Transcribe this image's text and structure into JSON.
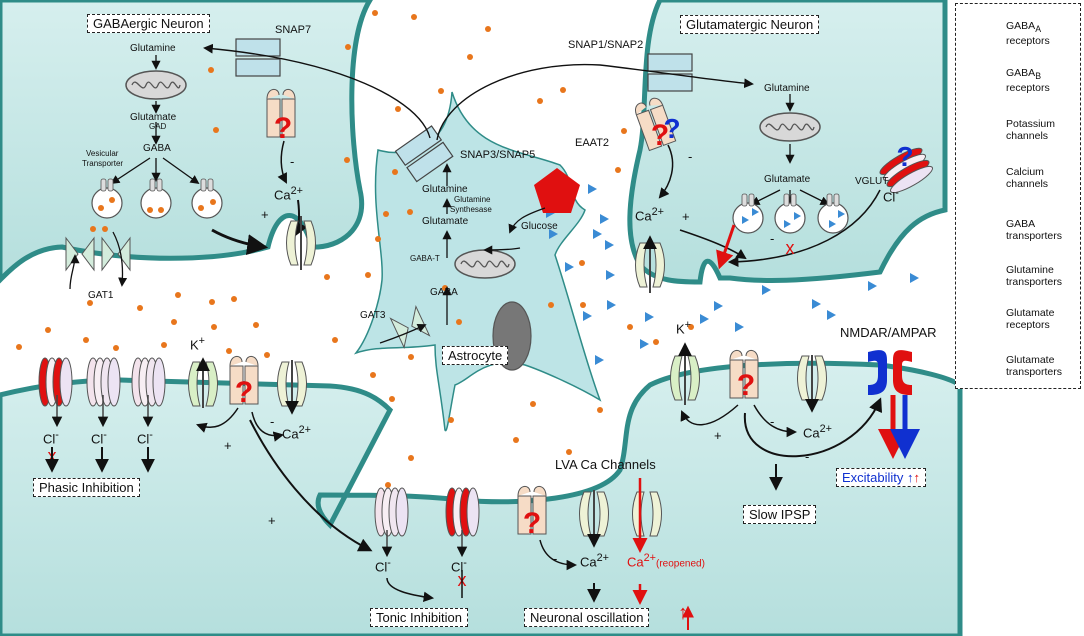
{
  "colors": {
    "membrane_fill": "#c5e6e6",
    "membrane_edge": "#2f8c88",
    "gaba_dot": "#e8761c",
    "glutamate_triangle": "#3a8bd4",
    "error_red": "#e01010",
    "excitability_blue": "#1030d0"
  },
  "cells": {
    "gaba_neuron": "GABAergic Neuron",
    "glu_neuron": "Glutamatergic Neuron",
    "astrocyte": "Astrocyte"
  },
  "gaba_neuron": {
    "glutamine": "Glutamine",
    "glutamate": "Glutamate",
    "gad": "GAD",
    "gaba": "GABA",
    "vesicular_transporter_1": "Vesicular",
    "vesicular_transporter_2": "Transporter",
    "gat1": "GAT1",
    "ca_base": "Ca",
    "ca_sup": "2+",
    "plus": "+",
    "minus": "-"
  },
  "transporters": {
    "snap7": "SNAP7",
    "snap12": "SNAP1/SNAP2",
    "snap35": "SNAP3/SNAP5",
    "eaat2": "EAAT2",
    "gat3": "GAT3"
  },
  "astrocyte": {
    "glutamine": "Glutamine",
    "gs_1": "Glutamine",
    "gs_2": "Synthesase",
    "glutamate": "Glutamate",
    "glucose": "Glucose",
    "gaba_t": "GABA-T",
    "gaba": "GABA"
  },
  "glu_neuron": {
    "glutamine": "Glutamine",
    "glutamate": "Glutamate",
    "vglut": "VGLUT",
    "ca_base": "Ca",
    "ca_sup": "2+",
    "cl_base": "Cl",
    "cl_sup": "-",
    "plus": "+",
    "minus": "-"
  },
  "post_left": {
    "k_base": "K",
    "k_sup": "+",
    "cl_1": "Cl",
    "cl_2": "Cl",
    "cl_3": "Cl",
    "cl_sup": "-",
    "ca_base": "Ca",
    "ca_sup": "2+",
    "plus_1": "+",
    "plus_2": "+",
    "minus": "-",
    "phasic": "Phasic Inhibition"
  },
  "post_bottom": {
    "lva": "LVA Ca Channels",
    "cl_1": "Cl",
    "cl_2": "Cl",
    "cl_sup": "-",
    "ca_base": "Ca",
    "ca_sup": "2+",
    "ca_red_base": "Ca",
    "ca_red_sup": "2+",
    "reopened": "(reopened)",
    "minus": "-",
    "tonic": "Tonic Inhibition",
    "oscillation": "Neuronal oscillation"
  },
  "post_right": {
    "k_base": "K",
    "k_sup": "+",
    "ca_base": "Ca",
    "ca_sup": "2+",
    "nmdar": "NMDAR/AMPAR",
    "plus": "+",
    "minus_1": "-",
    "minus_2": "-",
    "slow_ipsp": "Slow IPSP",
    "excitability": "Excitability"
  },
  "legend": {
    "gaba_a_1": "GABA",
    "gaba_a_sub": "A",
    "gaba_a_2": "receptors",
    "gaba_b_1": "GABA",
    "gaba_b_sub": "B",
    "gaba_b_2": "receptors",
    "potassium": "Potassium channels",
    "calcium": "Calcium channels",
    "gaba_transporters": "GABA transporters",
    "glutamine_transporters": "Glutamine transporters",
    "glutamate_receptors": "Glutamate receptors",
    "glutamate_transporters": "Glutamate transporters"
  }
}
